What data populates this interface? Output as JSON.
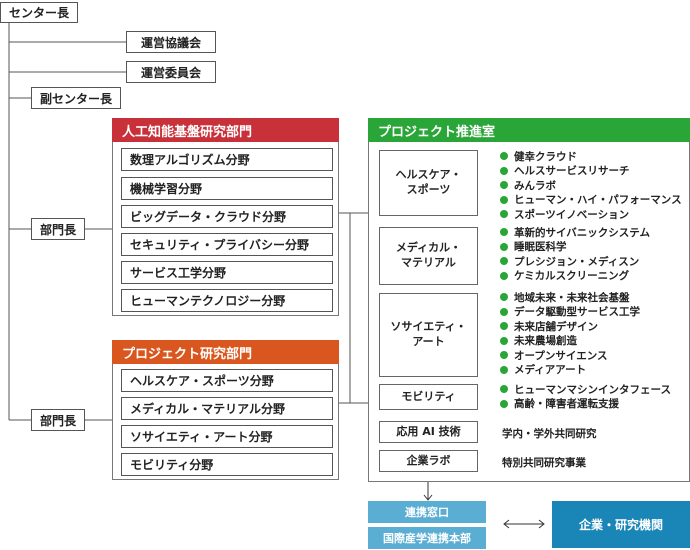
{
  "top": {
    "director": "センター長",
    "council": "運営協議会",
    "committee": "運営委員会",
    "vice_director": "副センター長"
  },
  "division_head_1": "部門長",
  "division_head_2": "部門長",
  "ai_division": {
    "title": "人工知能基盤研究部門",
    "items": [
      "数理アルゴリズム分野",
      "機械学習分野",
      "ビッグデータ・クラウド分野",
      "セキュリティ・プライバシー分野",
      "サービス工学分野",
      "ヒューマンテクノロジー分野"
    ]
  },
  "project_division": {
    "title": "プロジェクト研究部門",
    "items": [
      "ヘルスケア・スポーツ分野",
      "メディカル・マテリアル分野",
      "ソサイエティ・アート分野",
      "モビリティ分野"
    ]
  },
  "promotion_office": {
    "title": "プロジェクト推進室",
    "categories": [
      {
        "label_line1": "ヘルスケア・",
        "label_line2": "スポーツ",
        "projects": [
          "健幸クラウド",
          "ヘルスサービスリサーチ",
          "みんラボ",
          "ヒューマン・ハイ・パフォーマンス",
          "スポーツイノベーション"
        ]
      },
      {
        "label_line1": "メディカル・",
        "label_line2": "マテリアル",
        "projects": [
          "革新的サイバニックシステム",
          "睡眠医科学",
          "プレシジョン・メディスン",
          "ケミカルスクリーニング"
        ]
      },
      {
        "label_line1": "ソサイエティ・",
        "label_line2": "アート",
        "projects": [
          "地域未来・未来社会基盤",
          "データ駆動型サービス工学",
          "未来店舗デザイン",
          "未来農場創造",
          "オープンサイエンス",
          "メディアアート"
        ]
      },
      {
        "label_line1": "モビリティ",
        "label_line2": "",
        "projects": [
          "ヒューマンマシンインタフェース",
          "高齢・障害者運転支援"
        ]
      }
    ],
    "applied_ai": {
      "label": "応用 AI 技術",
      "note": "学内・学外共同研究"
    },
    "corporate_lab": {
      "label": "企業ラボ",
      "note": "特別共同研究事業"
    }
  },
  "bottom": {
    "liaison": "連携窓口",
    "industry_office": "国際産学連携本部",
    "partners": "企業・研究機関"
  },
  "colors": {
    "ai_header": "#c8303a",
    "project_header": "#d9561f",
    "promotion_header": "#2aa538",
    "bullet": "#2aa538",
    "light_blue": "#5aaed3",
    "dark_blue": "#1a86b8"
  },
  "icons": [
    "bullet-dot-icon",
    "double-arrow-icon"
  ]
}
